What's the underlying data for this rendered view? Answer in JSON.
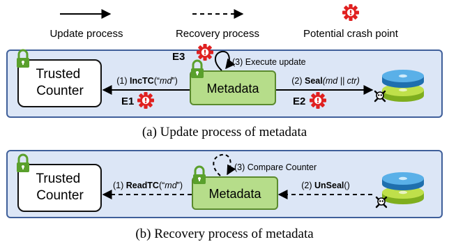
{
  "legend": {
    "update_label": "Update process",
    "recovery_label": "Recovery process",
    "crash_label": "Potential crash point"
  },
  "panel_a": {
    "trusted_counter_line1": "Trusted",
    "trusted_counter_line2": "Counter",
    "metadata_label": "Metadata",
    "step1_prefix": "(1) ",
    "step1_func": "IncTC",
    "step1_open": "(“",
    "step1_arg": "md",
    "step1_close": "”)",
    "step2_prefix": "(2) ",
    "step2_func": "Seal",
    "step2_args": "(md || ctr)",
    "step3_label": "(3) Execute update",
    "crash_e1": "E1",
    "crash_e2": "E2",
    "crash_e3": "E3",
    "caption": "(a) Update process of metadata"
  },
  "panel_b": {
    "trusted_counter_line1": "Trusted",
    "trusted_counter_line2": "Counter",
    "metadata_label": "Metadata",
    "step1_prefix": "(1) ",
    "step1_func": "ReadTC",
    "step1_open": "(“",
    "step1_arg": "md",
    "step1_close": "”)",
    "step2_prefix": "(2) ",
    "step2_func": "UnSeal",
    "step2_args": "()",
    "step3_label": "(3) Compare Counter",
    "caption": "(b) Recovery process of metadata"
  },
  "colors": {
    "panel_fill": "#dce6f6",
    "panel_stroke": "#3f5f9a",
    "metadata_fill": "#b6dd8a",
    "metadata_stroke": "#5a8a2e",
    "lock_green": "#5aa02c",
    "crash_red": "#e02020"
  }
}
